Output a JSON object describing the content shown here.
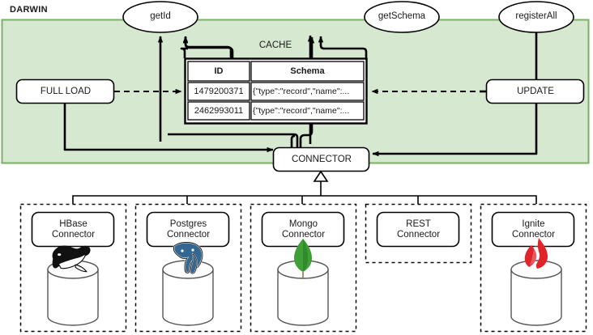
{
  "diagram": {
    "title": "DARWIN",
    "panel_color": "#d6e8d0",
    "panel_border": "#79b267"
  },
  "operations": [
    {
      "id": "getId",
      "label": "getId"
    },
    {
      "id": "getSchema",
      "label": "getSchema"
    },
    {
      "id": "registerAll",
      "label": "registerAll"
    }
  ],
  "actions": [
    {
      "id": "full-load",
      "label": "FULL LOAD"
    },
    {
      "id": "update",
      "label": "UPDATE"
    }
  ],
  "cache": {
    "title": "CACHE",
    "columns": [
      "ID",
      "Schema"
    ],
    "rows": [
      [
        "1479200371",
        "{\"type\":\"record\",\"name\":..."
      ],
      [
        "2462993011",
        "{\"type\":\"record\",\"name\":..."
      ]
    ]
  },
  "connector": {
    "label": "CONNECTOR"
  },
  "implementations": [
    {
      "id": "hbase",
      "label_line1": "HBase",
      "label_line2": "Connector",
      "icon": "orca-whale-icon",
      "icon_color": "#111111",
      "has_datastore": true
    },
    {
      "id": "postgres",
      "label_line1": "Postgres",
      "label_line2": "Connector",
      "icon": "elephant-icon",
      "icon_color": "#336791",
      "has_datastore": true
    },
    {
      "id": "mongo",
      "label_line1": "Mongo",
      "label_line2": "Connector",
      "icon": "leaf-icon",
      "icon_color": "#3fa037",
      "has_datastore": true
    },
    {
      "id": "rest",
      "label_line1": "REST",
      "label_line2": "Connector",
      "icon": "none",
      "icon_color": "#000000",
      "has_datastore": false
    },
    {
      "id": "ignite",
      "label_line1": "Ignite",
      "label_line2": "Connector",
      "icon": "flame-icon",
      "icon_color": "#e1242a",
      "has_datastore": true
    }
  ]
}
